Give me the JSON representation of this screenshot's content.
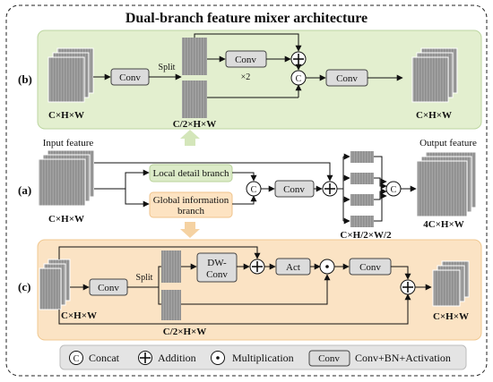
{
  "title": "Dual-branch feature mixer architecture",
  "panel_labels": {
    "b": "(b)",
    "a": "(a)",
    "c": "(c)"
  },
  "panel_b": {
    "conv1": "Conv",
    "split": "Split",
    "conv2": "Conv",
    "times2": "×2",
    "conv3": "Conv",
    "concat_symbol": "C",
    "in_dim": "C×H×W",
    "mid_dim": "C/2×H×W",
    "out_dim": "C×H×W"
  },
  "panel_a": {
    "input_label": "Input feature",
    "output_label": "Output feature",
    "local_branch": "Local detail branch",
    "global_branch_line1": "Global information",
    "global_branch_line2": "branch",
    "conv": "Conv",
    "concat_symbol": "C",
    "in_dim": "C×H×W",
    "mid_dim": "C×H/2×W/2",
    "out_dim": "4C×H×W"
  },
  "panel_c": {
    "conv1": "Conv",
    "split": "Split",
    "dwconv_line1": "DW-",
    "dwconv_line2": "Conv",
    "act": "Act",
    "conv2": "Conv",
    "in_dim": "C×H×W",
    "mid_dim": "C/2×H×W",
    "out_dim": "C×H×W"
  },
  "legend": {
    "concat_symbol": "C",
    "concat": "Concat",
    "addition": "Addition",
    "multiplication": "Multiplication",
    "conv_box": "Conv",
    "conv_desc": "Conv+BN+Activation"
  },
  "colors": {
    "green_panel": "#e3efcf",
    "green_border": "#bcd6a0",
    "orange_panel": "#fbe3c4",
    "orange_border": "#f0c890",
    "local_branch_fill": "#dcebc8",
    "global_branch_fill": "#fde3c2",
    "legend_fill": "#e4e4e4",
    "box_fill": "#dcdcdc",
    "feature_fill": "#9b9b9b",
    "up_arrow": "#d4e6ba",
    "down_arrow": "#f5d2a2"
  }
}
